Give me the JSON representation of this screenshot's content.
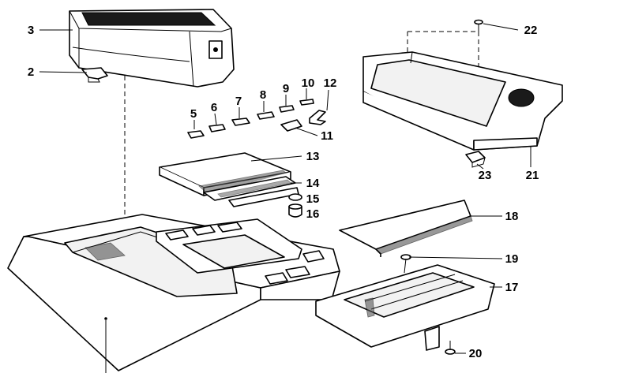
{
  "callouts": [
    "2",
    "3",
    "5",
    "6",
    "7",
    "8",
    "9",
    "10",
    "11",
    "12",
    "13",
    "14",
    "15",
    "16",
    "17",
    "18",
    "19",
    "20",
    "21",
    "22",
    "23"
  ]
}
